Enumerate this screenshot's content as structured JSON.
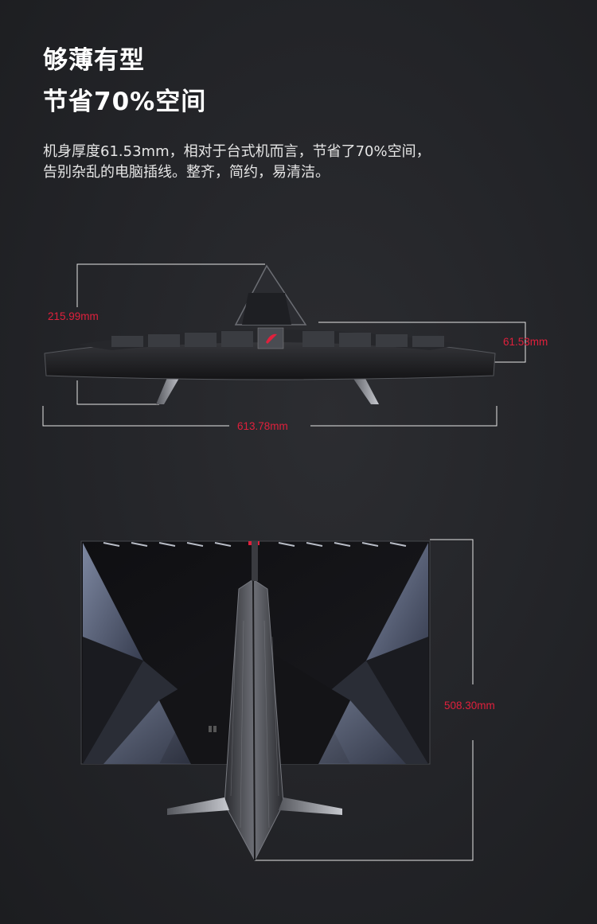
{
  "headline": {
    "line1": "够薄有型",
    "line2": "节省70%空间"
  },
  "description": {
    "line1": "机身厚度61.53mm，相对于台式机而言，节省了70%空间，",
    "line2": "告别杂乱的电脑插线。整齐，简约，易清洁。"
  },
  "dimensions": {
    "stand_depth": "215.99mm",
    "body_thickness": "61.53mm",
    "width": "613.78mm",
    "height": "508.30mm"
  },
  "colors": {
    "accent": "#e0203c",
    "background": "#232428",
    "text": "#ffffff"
  }
}
